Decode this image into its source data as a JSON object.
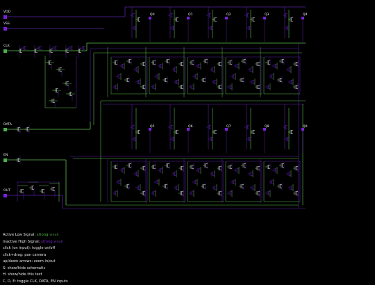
{
  "colors": {
    "background": "#000000",
    "wire_low": "#5fbf4f",
    "wire_high": "#5a1fa8",
    "transistor": "#d0d0d0",
    "pin_on": "#4caf50",
    "pin_off": "#7a22d8",
    "text": "#e8e8e8"
  },
  "inputs": [
    {
      "id": "vdd",
      "label": "VDD",
      "state": "high"
    },
    {
      "id": "vss",
      "label": "VSS",
      "state": "high"
    },
    {
      "id": "clk",
      "label": "CLK",
      "state": "low"
    },
    {
      "id": "data",
      "label": "DATA",
      "state": "low"
    },
    {
      "id": "en",
      "label": "EN",
      "state": "low"
    },
    {
      "id": "out",
      "label": "OUT",
      "state": "high"
    }
  ],
  "outputs_row1": [
    "Q0",
    "Q1",
    "Q2",
    "Q3",
    "Q4"
  ],
  "outputs_row2": [
    "Q5",
    "Q6",
    "Q7",
    "Q8",
    "Q9"
  ],
  "legend": {
    "active_low_prefix": "Active Low Signal:",
    "active_low_strong": "strong",
    "active_low_weak": "weak",
    "inactive_high_prefix": "Inactive High Signal:",
    "inactive_high_strong": "strong",
    "inactive_high_weak": "weak",
    "lines": [
      "click (on input): toggle on/off",
      "click+drag: pan camera",
      "up/down arrows: zoom in/out",
      "S: show/hide schematic",
      "H: show/hide this text",
      "C, D, E: toggle CLK, DATA, EN inputs"
    ]
  }
}
